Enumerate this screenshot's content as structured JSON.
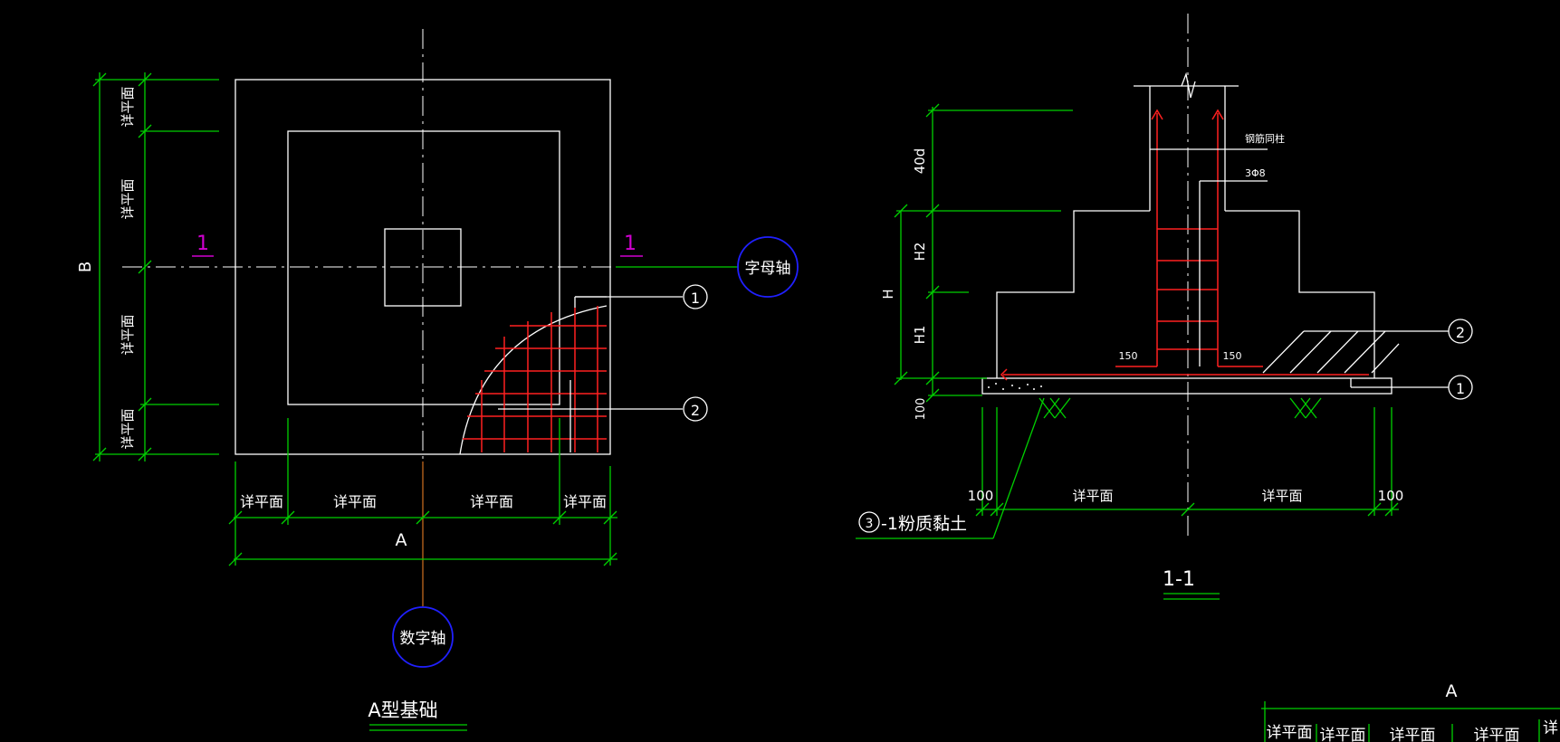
{
  "colors": {
    "background": "#000000",
    "outline": "#ffffff",
    "dimension": "#00d000",
    "rebar": "#ff2020",
    "axis_bubble": "#2020ff",
    "section_mark": "#d000d0",
    "centerline_lower": "#d07020"
  },
  "plan": {
    "title": "A型基础",
    "section_mark_left": "1",
    "section_mark_right": "1",
    "letter_axis": "字母轴",
    "number_axis": "数字轴",
    "dim_b": "B",
    "dim_a": "A",
    "left_dims": [
      "详平面",
      "详平面",
      "详平面",
      "详平面"
    ],
    "bottom_dims": [
      "详平面",
      "详平面",
      "详平面",
      "详平面"
    ],
    "callout_1": "1",
    "callout_2": "2"
  },
  "section": {
    "title": "1-1",
    "dim_40d": "40d",
    "dim_h2": "H2",
    "dim_h": "H",
    "dim_h1": "H1",
    "dim_100_left_vertical": "100",
    "hook_left": "150",
    "hook_right": "150",
    "note_column_bar": "钢筋同柱",
    "note_stirrup": "3Φ8",
    "bottom_dims": [
      "100",
      "详平面",
      "详平面",
      "100"
    ],
    "callout_1": "1",
    "callout_2": "2",
    "soil_label": "-1粉质黏土",
    "soil_circle": "3"
  },
  "partial_table": {
    "header": "A",
    "cells": [
      "详平面",
      "详平面",
      "详平面",
      "详平面",
      "详"
    ]
  }
}
